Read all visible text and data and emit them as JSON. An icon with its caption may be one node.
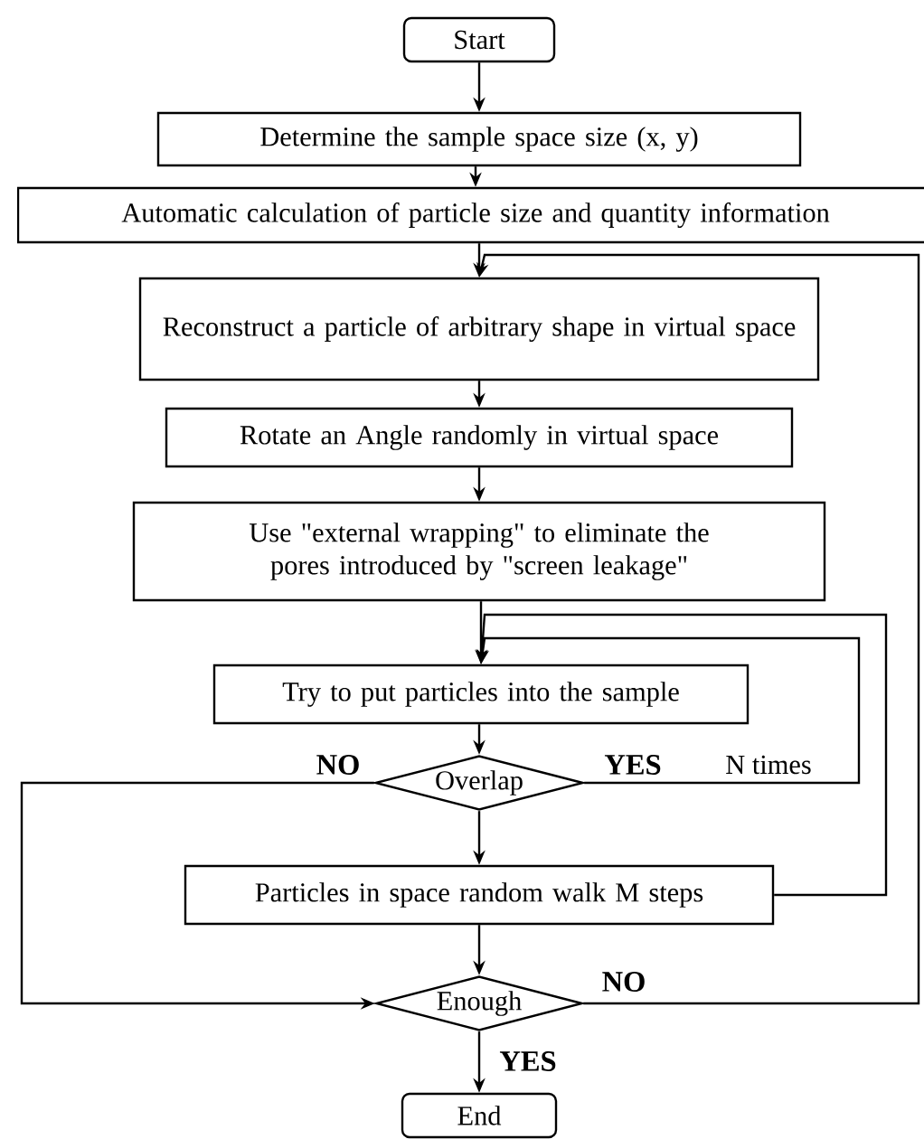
{
  "diagram": {
    "nodes": [
      {
        "text": [
          "Start"
        ]
      },
      {
        "text": [
          "Determine the sample space size (x, y)"
        ]
      },
      {
        "text": [
          "Automatic calculation of particle size and quantity information"
        ]
      },
      {
        "text": [
          "Reconstruct a particle of arbitrary shape in virtual space"
        ]
      },
      {
        "text": [
          "Rotate an Angle randomly in virtual space"
        ]
      },
      {
        "text": [
          "Use \"external wrapping\" to eliminate the pores introduced by \"screen leakage\""
        ]
      },
      {
        "text": [
          "Try to put particles into the sample"
        ]
      },
      {
        "text": [
          "Overlap"
        ]
      },
      {
        "text": [
          "Particles in space random walk M steps"
        ]
      },
      {
        "text": [
          "Enough"
        ]
      },
      {
        "text": [
          "End"
        ]
      }
    ],
    "edges": [
      {
        "from": 0,
        "to": 1,
        "arrow": "to"
      },
      {
        "from": 1,
        "to": 2,
        "arrow": "to"
      },
      {
        "from": 2,
        "to": 3,
        "arrow": "to"
      },
      {
        "from": 3,
        "to": 4,
        "arrow": "to"
      },
      {
        "from": 4,
        "to": 5,
        "arrow": "to"
      },
      {
        "from": 5,
        "to": 6,
        "arrow": "to"
      },
      {
        "from": 6,
        "to": 7,
        "arrow": "to"
      },
      {
        "from": 7,
        "to": 8,
        "arrow": "to"
      },
      {
        "from": 7,
        "to": 9,
        "arrow": "to",
        "label": "NO"
      },
      {
        "from": 7,
        "to": 6,
        "arrow": "to",
        "label": "YES"
      },
      {
        "from": 8,
        "to": 9,
        "arrow": "to"
      },
      {
        "from": 8,
        "to": 6,
        "arrow": "to"
      },
      {
        "from": 9,
        "to": 3,
        "arrow": "to",
        "label": "NO"
      },
      {
        "from": 9,
        "to": 10,
        "arrow": "to",
        "label": "YES"
      }
    ],
    "labels": [
      "N times"
    ]
  }
}
